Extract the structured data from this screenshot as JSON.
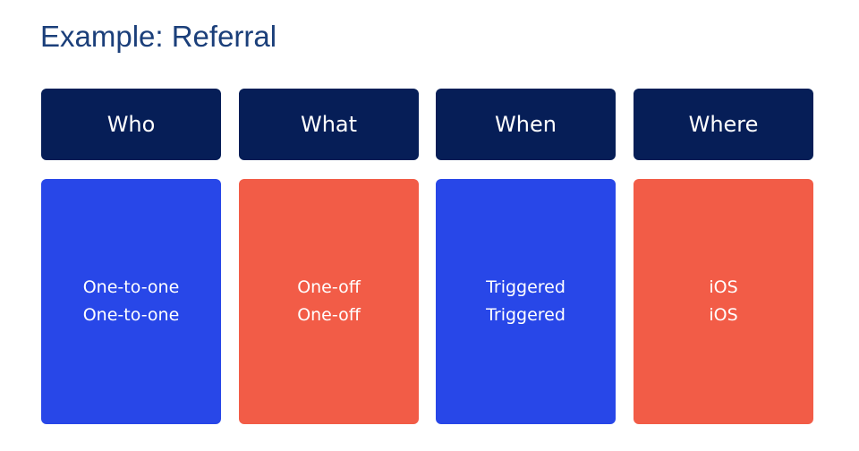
{
  "slide": {
    "title": "Example: Referral"
  },
  "colors": {
    "title": "#1b3f7a",
    "header_bg": "#061e57",
    "blue_card": "#2847e8",
    "coral_card": "#f25c47",
    "text_on_card": "#ffffff"
  },
  "columns": [
    {
      "heading": "Who",
      "line1": "One-to-one",
      "line2": "One-to-one",
      "card_color": "blue"
    },
    {
      "heading": "What",
      "line1": "One-off",
      "line2": "One-off",
      "card_color": "coral"
    },
    {
      "heading": "When",
      "line1": "Triggered",
      "line2": "Triggered",
      "card_color": "blue"
    },
    {
      "heading": "Where",
      "line1": "iOS",
      "line2": "iOS",
      "card_color": "coral"
    }
  ]
}
